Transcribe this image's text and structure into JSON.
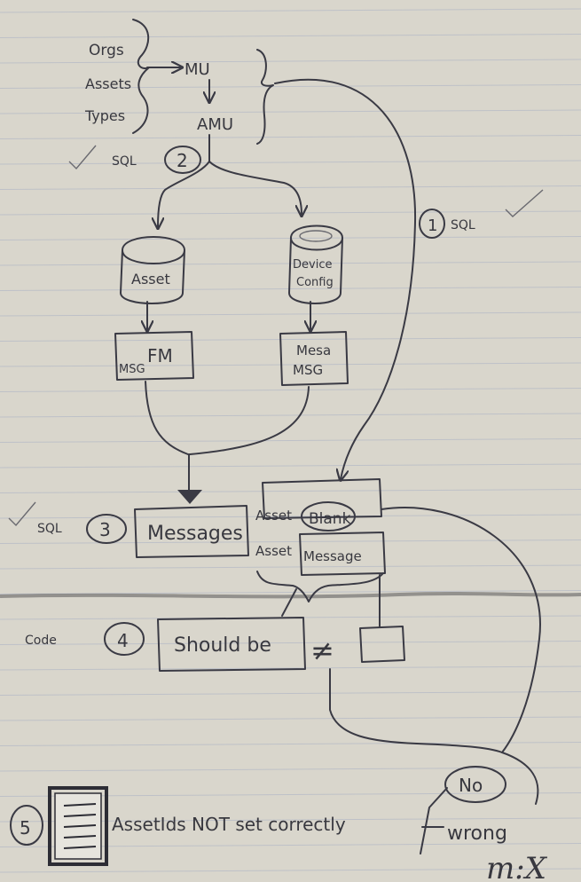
{
  "inputs": [
    "Orgs",
    "Assets",
    "Types"
  ],
  "nodes": {
    "mu": "MU",
    "amu": "AMU",
    "asset_store": "Asset",
    "device_config_line1": "Device",
    "device_config_line2": "Config",
    "fm_msg_top": "FM",
    "fm_msg_bottom": "MSG",
    "mesa_msg_line1": "Mesa",
    "mesa_msg_line2": "MSG",
    "messages": "Messages",
    "asset_blank_left": "Asset",
    "asset_blank_right": "Blank",
    "asset_message_left": "Asset",
    "asset_message_right": "Message",
    "should_be": "Should be",
    "not_equal": "≠",
    "no": "No",
    "asset_ids_note": "AssetIds NOT set correctly",
    "wrong": "wrong",
    "signature": "m:X"
  },
  "steps": {
    "step1": {
      "num": "1",
      "label": "SQL"
    },
    "step2": {
      "num": "2",
      "label": "SQL"
    },
    "step3": {
      "num": "3",
      "label": "SQL"
    },
    "step4": {
      "num": "4",
      "label": "Code"
    },
    "step5": {
      "num": "5",
      "label": ""
    }
  },
  "colors": {
    "paper": "#d9d6cc",
    "ink": "#3a3a44",
    "rule_line": "#a9b0c4",
    "margin_fold": "#5a5a5a"
  }
}
